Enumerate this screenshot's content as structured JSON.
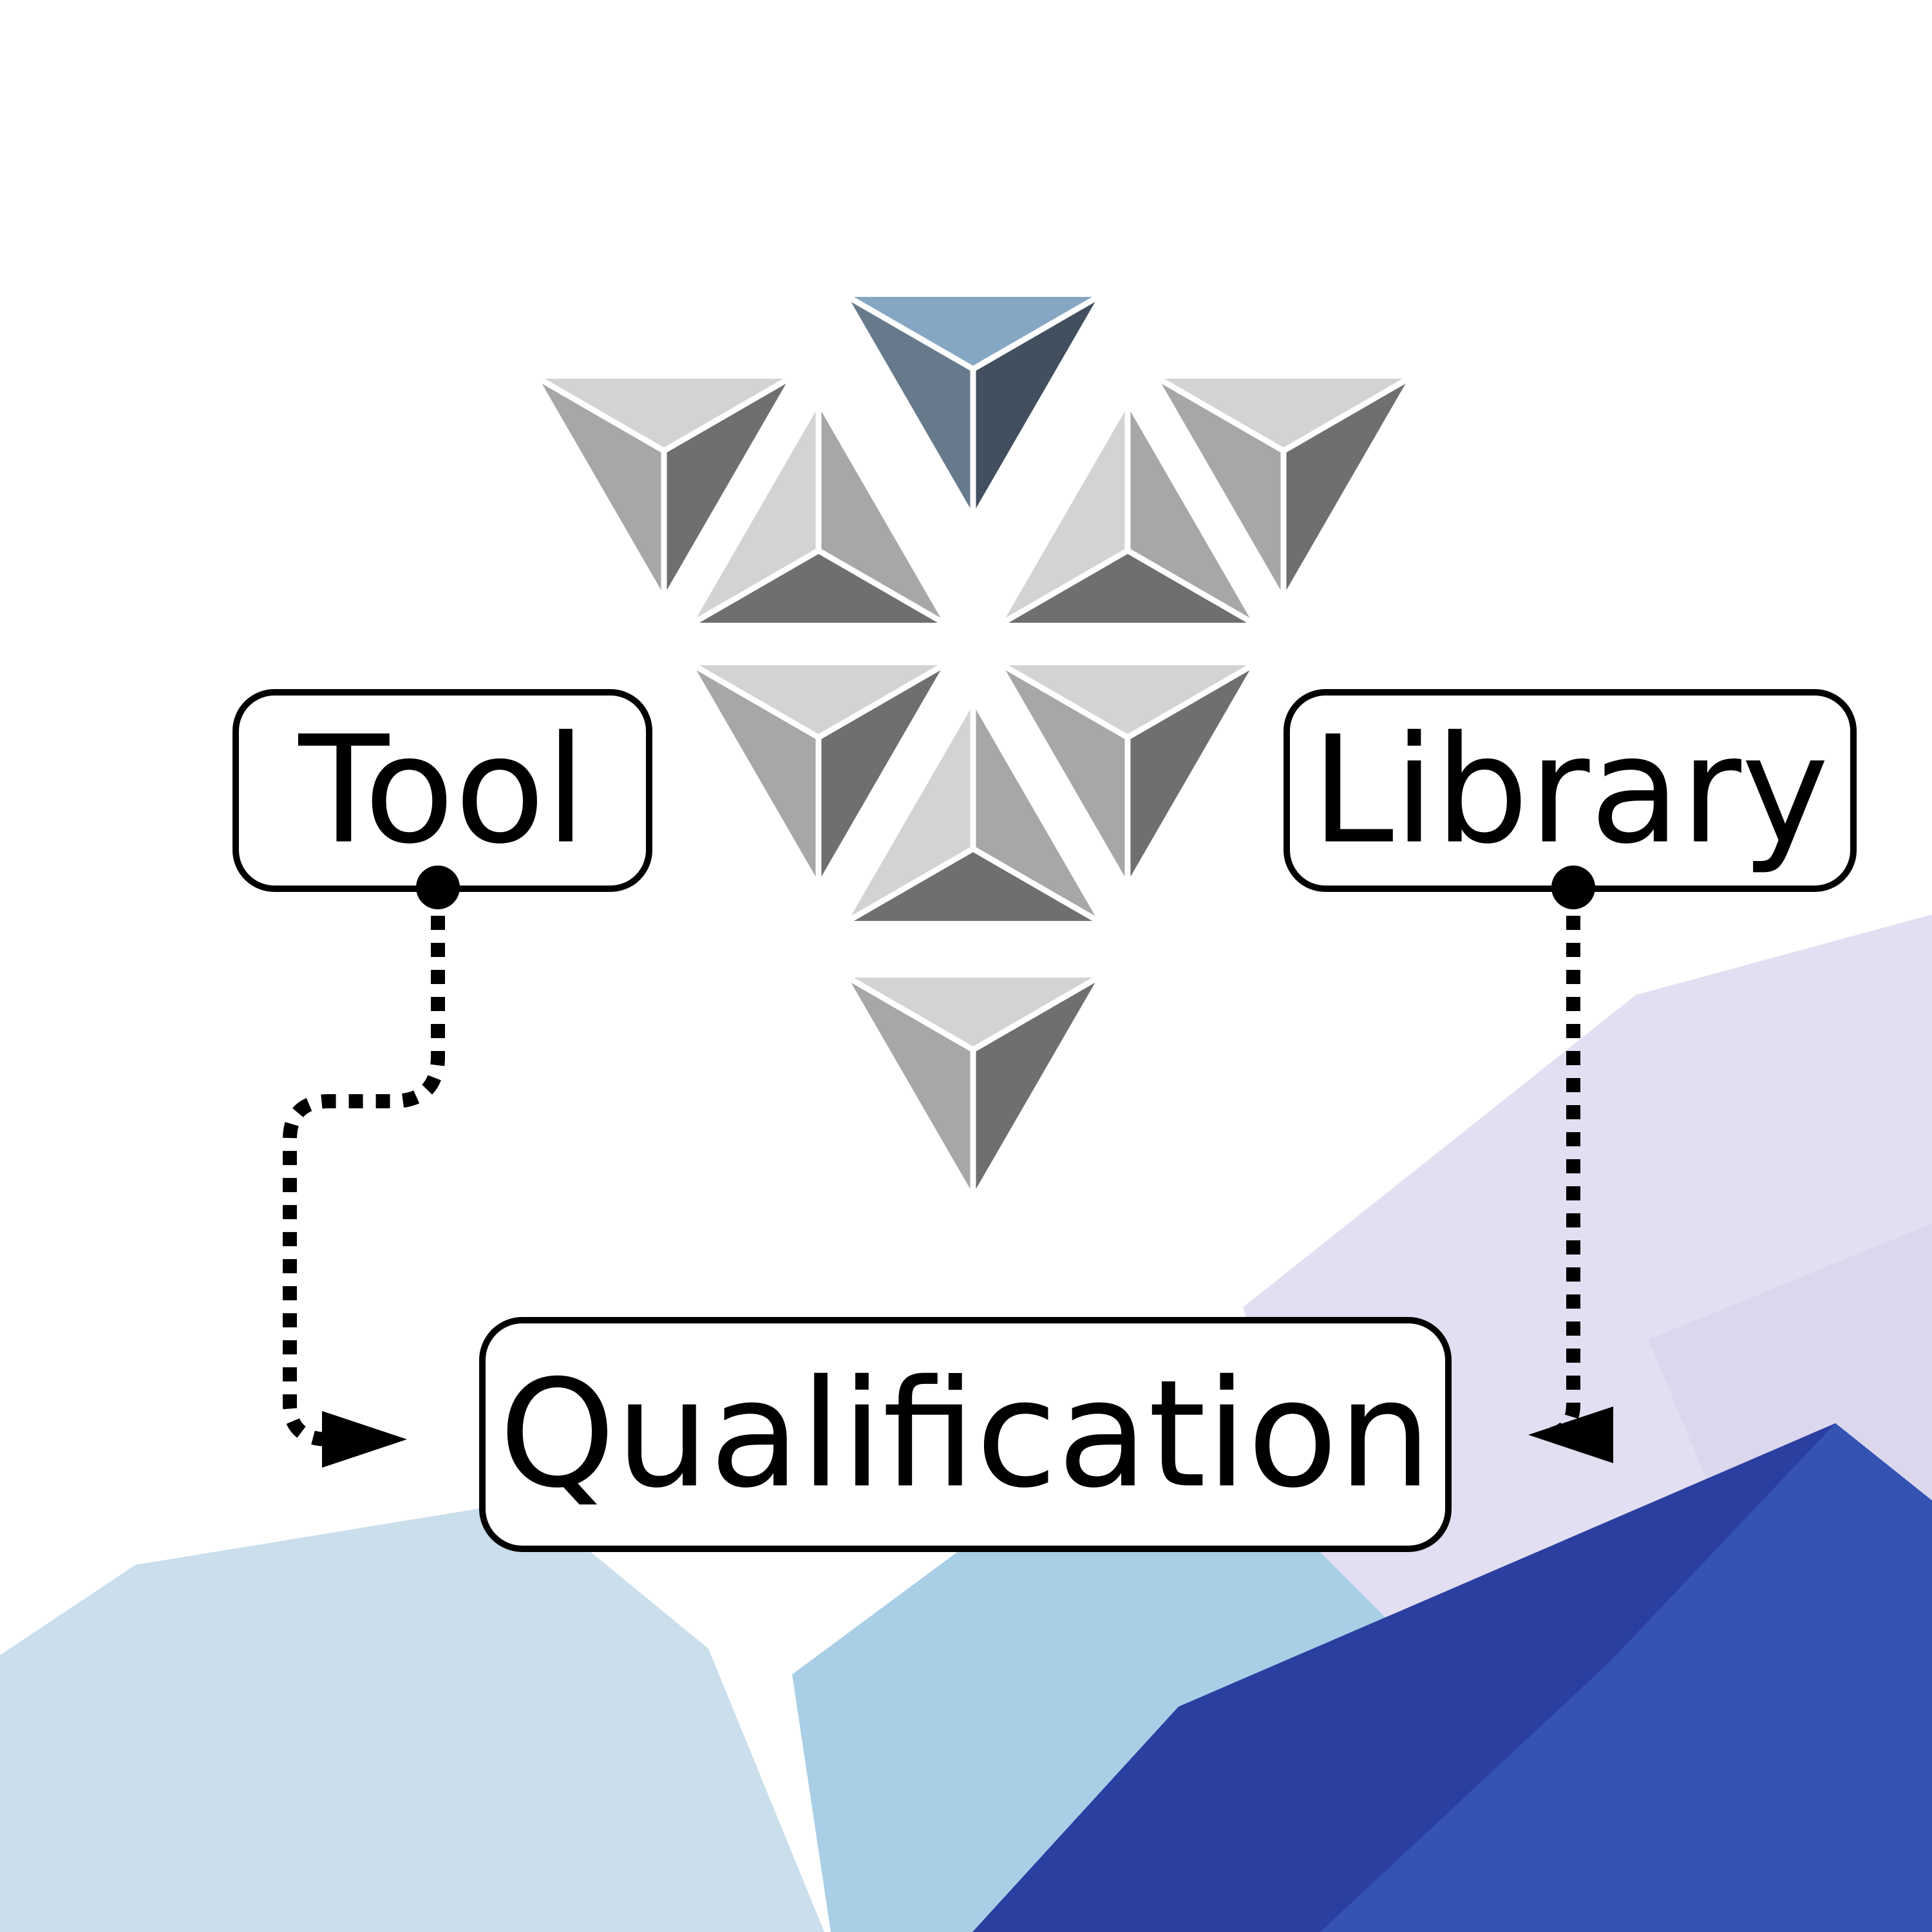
{
  "nodes": {
    "tool": {
      "label": "Tool"
    },
    "library": {
      "label": "Library"
    },
    "qualification": {
      "label": "Qualification"
    }
  },
  "edges": [
    {
      "from": "Tool",
      "to": "Qualification",
      "style": "dotted",
      "arrow": "filled"
    },
    {
      "from": "Library",
      "to": "Qualification",
      "style": "dotted",
      "arrow": "filled"
    }
  ],
  "colors": {
    "background": "#ffffff",
    "stroke": "#000000",
    "facet_light": "#d3d3d3",
    "facet_mid": "#a7a7a7",
    "facet_dark": "#6f6f6f",
    "accent_light": "#85a7c4",
    "accent_mid": "#677a8c",
    "accent_dark": "#414f5e",
    "bg_lavender": "#e2dff2",
    "bg_sky": "#cadeeb",
    "bg_blue": "#a9cfe7",
    "bg_navy": "#2b3fa1"
  },
  "logo": {
    "icon": "triangular-pyramid-logo"
  }
}
